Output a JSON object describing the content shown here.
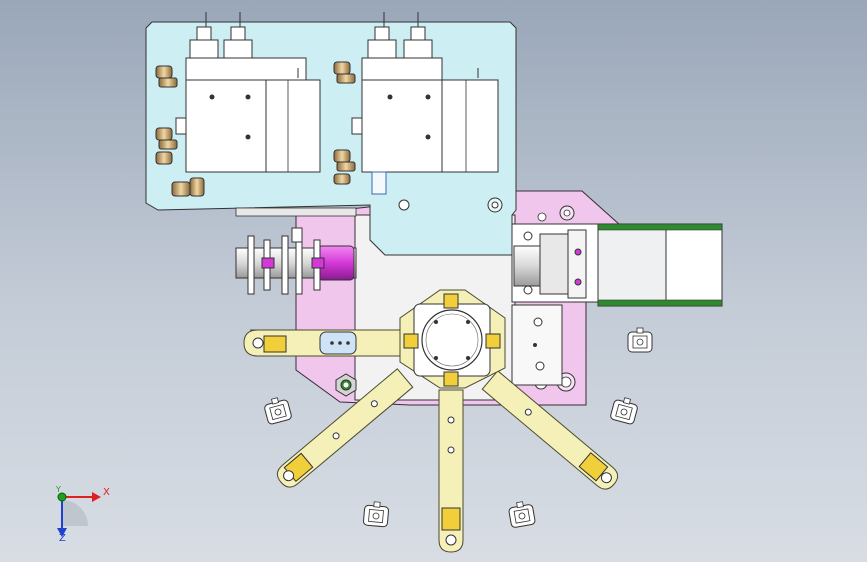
{
  "triad": {
    "x_label": "X",
    "y_label": "Y",
    "z_label": "Z",
    "x_color": "#e02020",
    "y_color": "#20a020",
    "z_color": "#2040d0"
  },
  "colors": {
    "valve_plate": "#cdeef2",
    "base_plate": "#f0c6ec",
    "arm": "#f4f0b8",
    "arm_outline": "#4a4a30",
    "pad": "#f1cf3a",
    "magenta_cylinder": "#d438d8",
    "motor_body": "#eef0f2",
    "motor_band": "#2f8a2f",
    "white_part": "#ffffff",
    "hub_plate": "#ffffff",
    "fitting_brass": "#c9a36a"
  }
}
